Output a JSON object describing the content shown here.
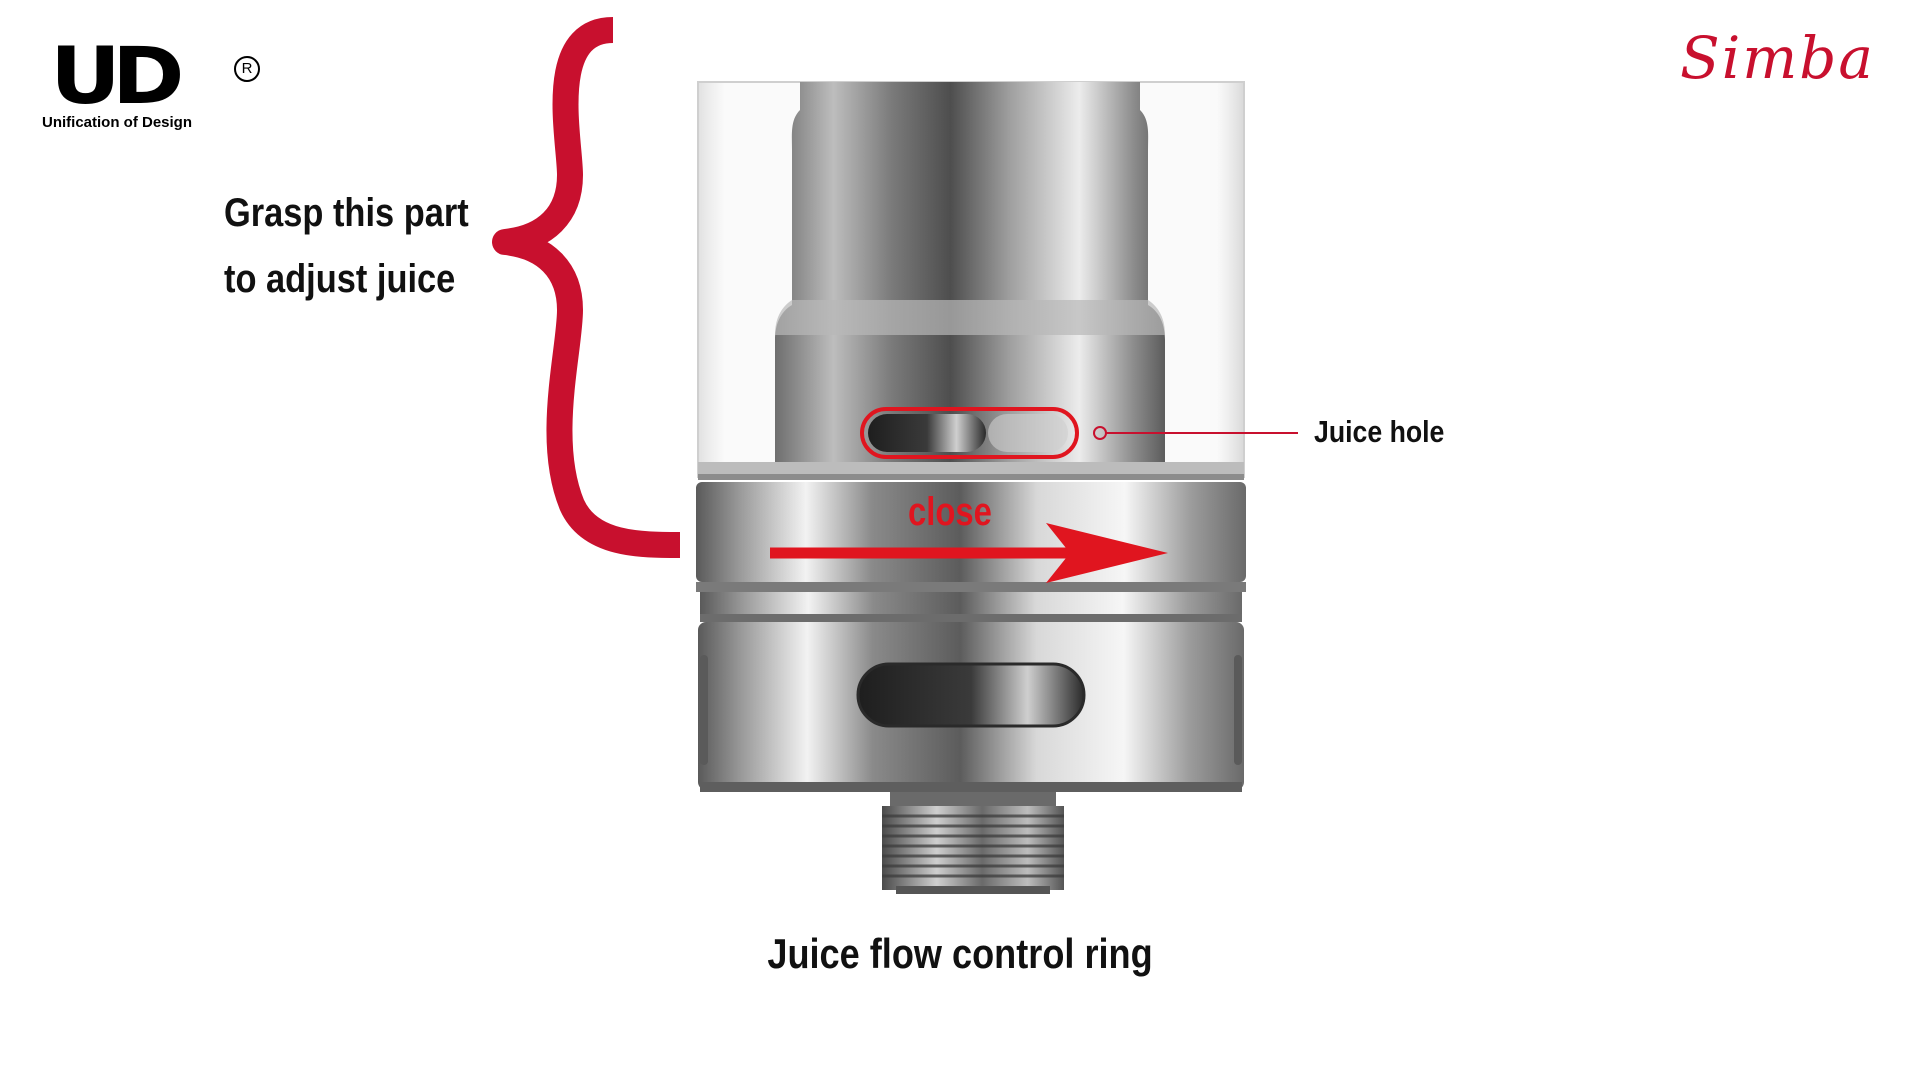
{
  "brand": {
    "ud_mark": "UD",
    "ud_registered": "R",
    "ud_tagline": "Unification of Design",
    "product_logo": "Simba"
  },
  "instructions": {
    "grasp_line_1": "Grasp this part",
    "grasp_line_2": "to adjust juice"
  },
  "callouts": {
    "juice_hole": "Juice hole",
    "direction": "close",
    "ring": "Juice flow control ring"
  },
  "colors": {
    "accent_red": "#c8102e",
    "arrow_red": "#e0151f",
    "steel_light": "#e8e8e8",
    "steel_dark": "#4a4a4a"
  },
  "icons": {
    "brace": "curly-brace-icon",
    "direction_arrow": "arrow-right-icon"
  }
}
